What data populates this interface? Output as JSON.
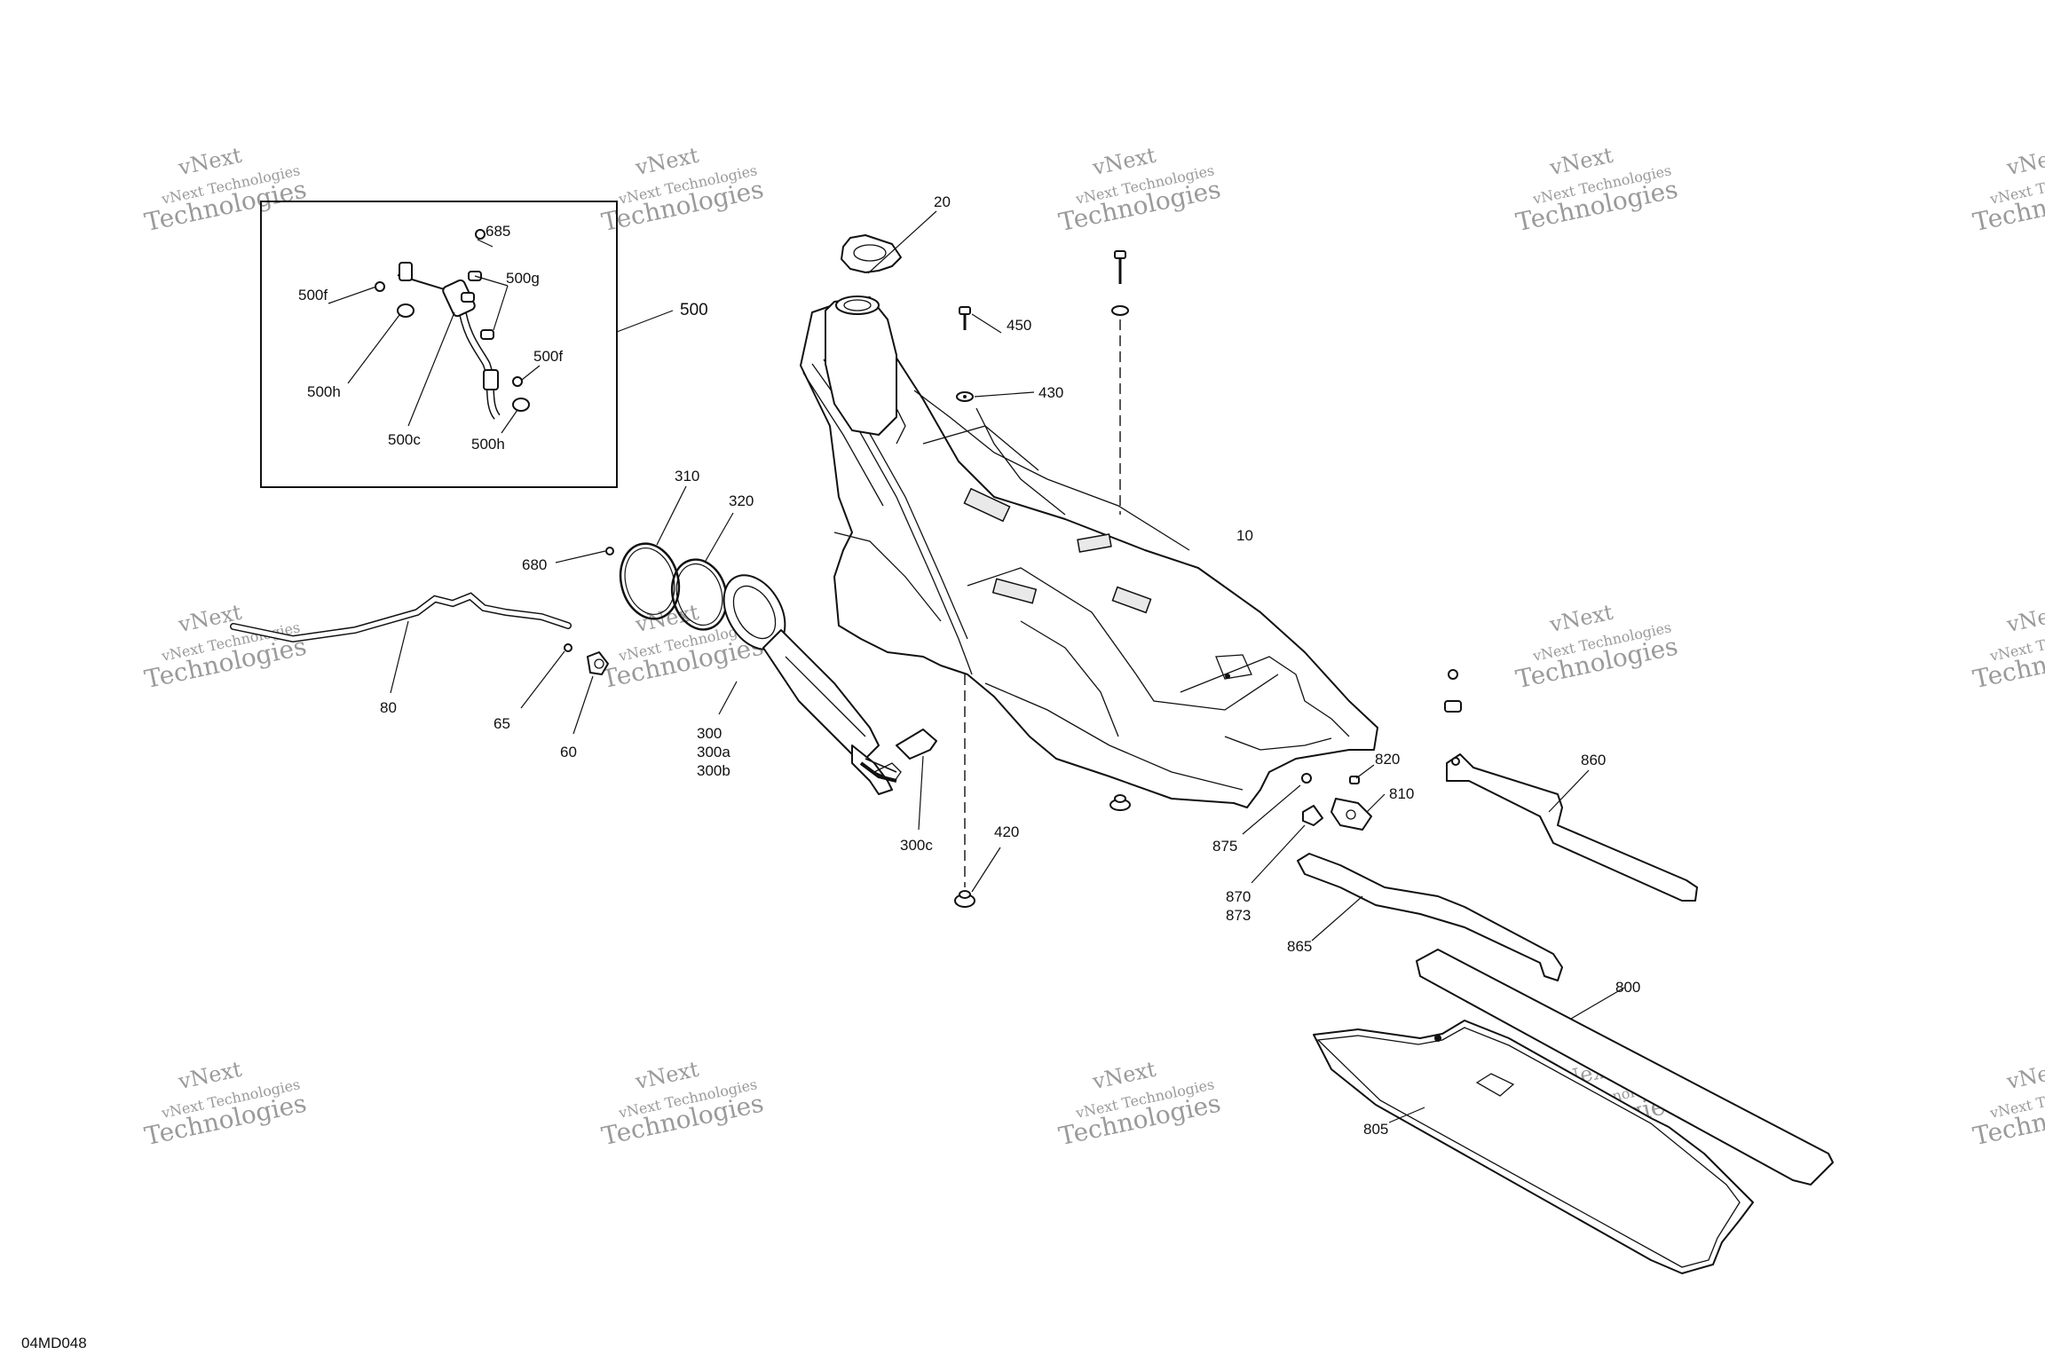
{
  "diagram_code": "04MD048",
  "watermark_text_1": "vNext Technologies",
  "watermark_text_2": "Technologies",
  "watermark_text_3": "vNext",
  "inset_label": "500",
  "callouts": {
    "c20": "20",
    "c10": "10",
    "c450": "450",
    "c430": "430",
    "c310": "310",
    "c320": "320",
    "c680": "680",
    "c80": "80",
    "c65": "65",
    "c60": "60",
    "c300": "300",
    "c300a": "300a",
    "c300b": "300b",
    "c300c": "300c",
    "c420": "420",
    "c820": "820",
    "c810": "810",
    "c875": "875",
    "c870": "870",
    "c873": "873",
    "c865": "865",
    "c860": "860",
    "c800": "800",
    "c805": "805",
    "c685": "685",
    "c500g": "500g",
    "c500f_a": "500f",
    "c500f_b": "500f",
    "c500h_a": "500h",
    "c500h_b": "500h",
    "c500c": "500c"
  }
}
